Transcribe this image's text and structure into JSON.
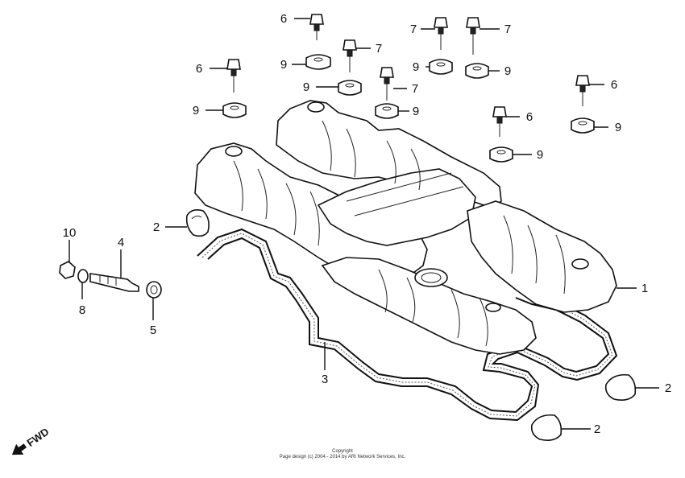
{
  "callouts": [
    "1",
    "2",
    "3",
    "4",
    "5",
    "6",
    "7",
    "8",
    "9",
    "10"
  ],
  "fwd_label": "FWD",
  "copyright": {
    "line1": "Copyright",
    "line2": "Page design (c) 2004 - 2014 by ARI Network Services, Inc."
  }
}
